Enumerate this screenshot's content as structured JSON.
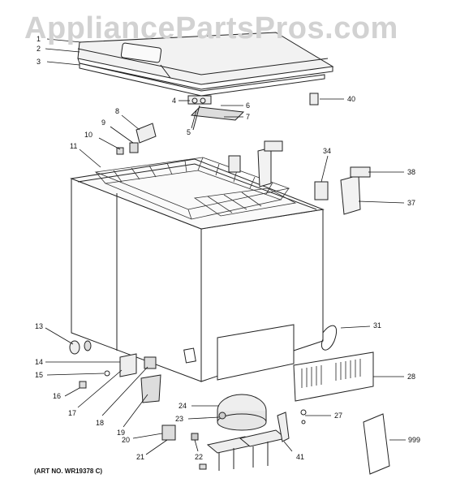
{
  "watermark": "AppliancePartsPros.com",
  "art_number": "(ART NO. WR19378 C)",
  "callouts": [
    "1",
    "2",
    "3",
    "4",
    "5",
    "6",
    "7",
    "8",
    "9",
    "10",
    "11",
    "13",
    "14",
    "15",
    "16",
    "17",
    "18",
    "19",
    "20",
    "21",
    "22",
    "23",
    "24",
    "27",
    "28",
    "31",
    "34",
    "37",
    "38",
    "40",
    "41",
    "999"
  ]
}
